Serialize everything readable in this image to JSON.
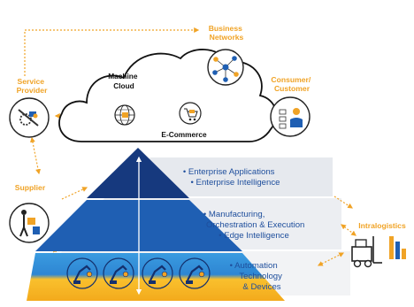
{
  "nodes": {
    "business_networks": [
      "Business",
      "Networks"
    ],
    "service_provider": [
      "Service",
      "Provider"
    ],
    "consumer_customer": [
      "Consumer/",
      "Customer"
    ],
    "supplier": "Supplier",
    "intralogistics": "Intralogistics",
    "machine_cloud": [
      "Machine",
      "Cloud"
    ],
    "e_commerce": "E-Commerce"
  },
  "pyramid": {
    "top": [
      "• Enterprise Applications",
      "• Enterprise Intelligence"
    ],
    "middle": [
      "• Manufacturing,",
      "Orchestration & Execution",
      "• Edge Intelligence"
    ],
    "bottom": [
      "• Automation",
      "Technology",
      "& Devices"
    ]
  },
  "colors": {
    "orange": "#f0a326",
    "navy": "#16397e",
    "mid_blue": "#1f5fb3",
    "light_blue": "#2f8ad6",
    "yellow": "#f7b824",
    "band_grey": "#e5e8ed"
  },
  "icons": [
    "gear-wrench-icon",
    "network-globe-icon",
    "customer-icon",
    "shopping-cart-icon",
    "robot-arm-icon",
    "worker-icon",
    "forklift-icon"
  ]
}
